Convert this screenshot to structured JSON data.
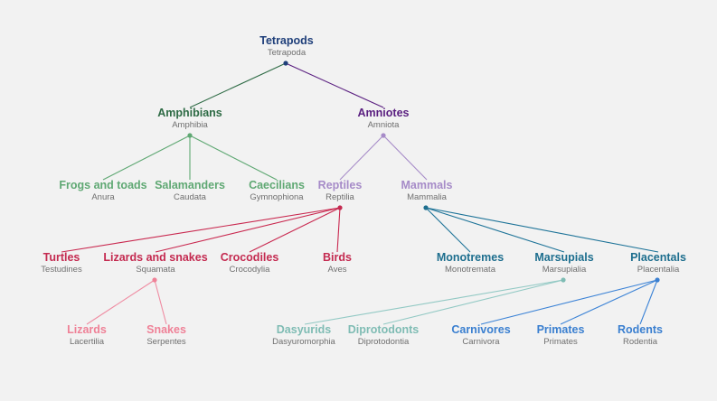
{
  "colors": {
    "tetrapods": "#1f3f7a",
    "amphibians": "#2e6b45",
    "amphibian_children": "#5fa873",
    "amniotes": "#5a1f80",
    "amniote_children": "#a68bc8",
    "reptiles_links": "#c9284f",
    "reptile_children": "#c42a50",
    "squamata_links": "#ef8ca2",
    "squamata_children": "#ef8197",
    "mammals_links": "#1d7398",
    "mammal_children": "#1d6e8e",
    "marsupial_links": "#92c9c4",
    "marsupial_children": "#7fbcb4",
    "placental_links": "#3c83d6",
    "placental_children": "#3a7fd0",
    "scientific_text": "#6f6f6f",
    "background": "#f2f2f2"
  },
  "nodes": {
    "tetrapods": {
      "common": "Tetrapods",
      "scientific": "Tetrapoda"
    },
    "amphibians": {
      "common": "Amphibians",
      "scientific": "Amphibia"
    },
    "amniotes": {
      "common": "Amniotes",
      "scientific": "Amniota"
    },
    "frogs": {
      "common": "Frogs and toads",
      "scientific": "Anura"
    },
    "salamanders": {
      "common": "Salamanders",
      "scientific": "Caudata"
    },
    "caecilians": {
      "common": "Caecilians",
      "scientific": "Gymnophiona"
    },
    "reptiles": {
      "common": "Reptiles",
      "scientific": "Reptilia"
    },
    "mammals": {
      "common": "Mammals",
      "scientific": "Mammalia"
    },
    "turtles": {
      "common": "Turtles",
      "scientific": "Testudines"
    },
    "squamates": {
      "common": "Lizards and snakes",
      "scientific": "Squamata"
    },
    "crocodiles": {
      "common": "Crocodiles",
      "scientific": "Crocodylia"
    },
    "birds": {
      "common": "Birds",
      "scientific": "Aves"
    },
    "monotremes": {
      "common": "Monotremes",
      "scientific": "Monotremata"
    },
    "marsupials": {
      "common": "Marsupials",
      "scientific": "Marsupialia"
    },
    "placentals": {
      "common": "Placentals",
      "scientific": "Placentalia"
    },
    "lizards": {
      "common": "Lizards",
      "scientific": "Lacertilia"
    },
    "snakes": {
      "common": "Snakes",
      "scientific": "Serpentes"
    },
    "dasyurids": {
      "common": "Dasyurids",
      "scientific": "Dasyuromorphia"
    },
    "diprotodonts": {
      "common": "Diprotodonts",
      "scientific": "Diprotodontia"
    },
    "carnivores": {
      "common": "Carnivores",
      "scientific": "Carnivora"
    },
    "primates": {
      "common": "Primates",
      "scientific": "Primates"
    },
    "rodents": {
      "common": "Rodents",
      "scientific": "Rodentia"
    }
  }
}
